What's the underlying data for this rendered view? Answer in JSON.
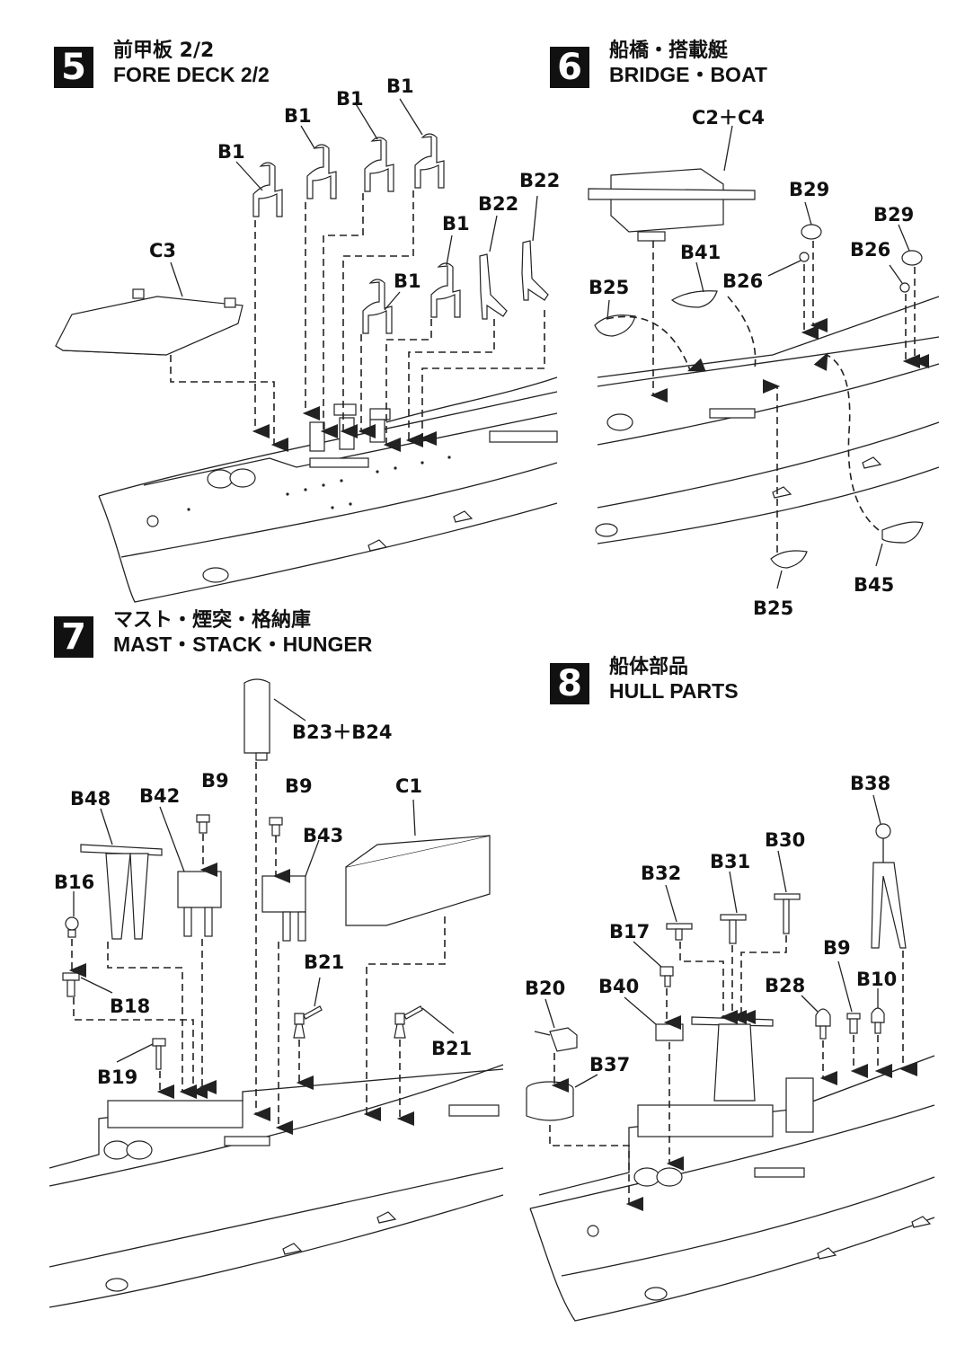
{
  "steps": [
    {
      "number": "5",
      "title_jp": "前甲板 2/2",
      "title_en": "FORE DECK 2/2",
      "parts": [
        "B1",
        "B1",
        "B1",
        "B1",
        "B1",
        "B1",
        "B22",
        "B22",
        "C3"
      ]
    },
    {
      "number": "6",
      "title_jp": "船橋・搭載艇",
      "title_en": "BRIDGE・BOAT",
      "parts": [
        "C2＋C4",
        "B29",
        "B29",
        "B26",
        "B26",
        "B41",
        "B25",
        "B25",
        "B45"
      ]
    },
    {
      "number": "7",
      "title_jp": "マスト・煙突・格納庫",
      "title_en": "MAST・STACK・HUNGER",
      "parts": [
        "B23＋B24",
        "B9",
        "B9",
        "B48",
        "B42",
        "B43",
        "C1",
        "B16",
        "B18",
        "B21",
        "B21",
        "B19"
      ]
    },
    {
      "number": "8",
      "title_jp": "船体部品",
      "title_en": "HULL PARTS",
      "parts": [
        "B38",
        "B30",
        "B31",
        "B32",
        "B17",
        "B9",
        "B10",
        "B28",
        "B40",
        "B20",
        "B37"
      ]
    }
  ],
  "icons": {
    "arrow": "arrow-down-icon",
    "dashed_guide": "assembly-guide-line"
  }
}
